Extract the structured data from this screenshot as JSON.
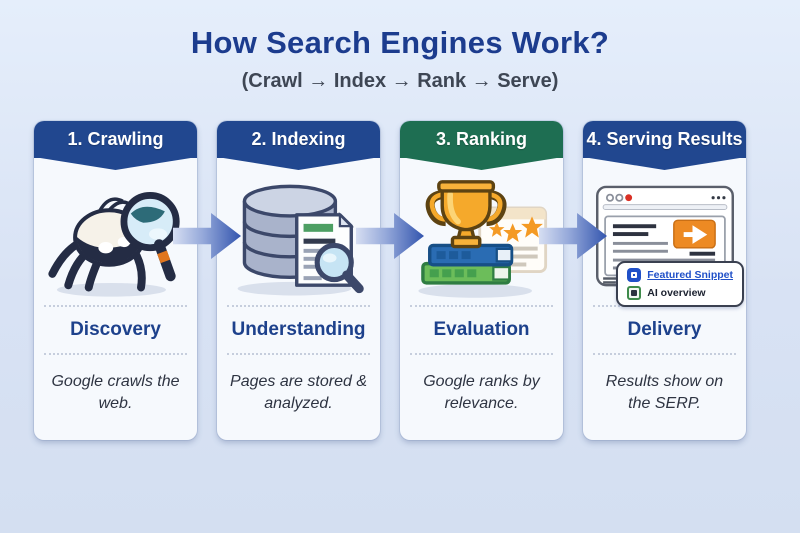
{
  "header": {
    "title": "How Search Engines Work?",
    "subtitle": "(Crawl → Index → Rank → Serve)"
  },
  "steps": [
    {
      "banner_label": "1. Crawling",
      "banner_color": "#21478f",
      "icon": "spider-crawler-icon",
      "sublabel": "Discovery",
      "description": "Google crawls the web."
    },
    {
      "banner_label": "2. Indexing",
      "banner_color": "#21478f",
      "icon": "database-document-icon",
      "sublabel": "Understanding",
      "description": "Pages are stored & analyzed."
    },
    {
      "banner_label": "3. Ranking",
      "banner_color": "#1e6e52",
      "icon": "trophy-books-icon",
      "sublabel": "Evaluation",
      "description": "Google ranks by relevance."
    },
    {
      "banner_label": "4. Serving Results",
      "banner_color": "#21478f",
      "icon": "serp-browser-icon",
      "sublabel": "Delivery",
      "description": "Results show on the SERP."
    }
  ],
  "serp_callout": {
    "featured_snippet_label": "Featured Snippet",
    "ai_overview_label": "AI overview"
  },
  "colors": {
    "background": "#d8e2f4",
    "card_background": "#f6f9fd",
    "banner_blue": "#21478f",
    "banner_green": "#1e6e52",
    "title_text": "#1c3c8e",
    "sublabel_text": "#1d418c",
    "arrow_gradient_start": "#d6def2",
    "arrow_gradient_end": "#3355ae",
    "featured_snippet_blue": "#2050c8",
    "ai_overview_green": "#3f8b4b"
  }
}
